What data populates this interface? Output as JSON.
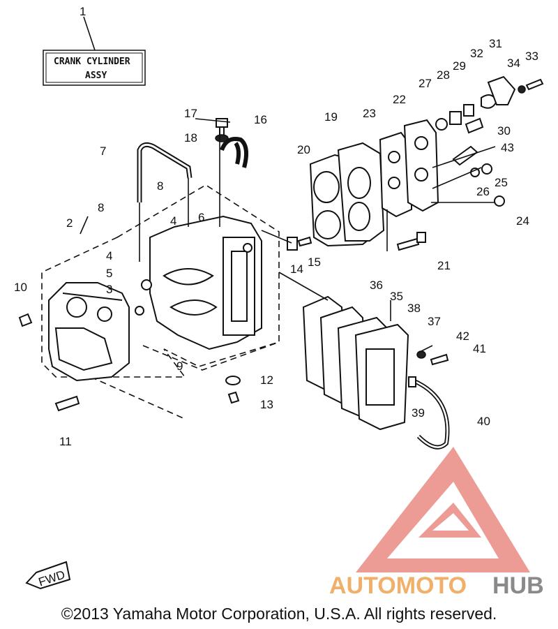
{
  "title_box": {
    "line1": "CRANK CYLINDER",
    "line2": "ASSY"
  },
  "fwd_label": "FWD",
  "callouts": {
    "c1": "1",
    "c2": "2",
    "c3": "3",
    "c4a": "4",
    "c4b": "4",
    "c5": "5",
    "c6": "6",
    "c7": "7",
    "c8a": "8",
    "c8b": "8",
    "c9": "9",
    "c10": "10",
    "c11": "11",
    "c12": "12",
    "c13": "13",
    "c14": "14",
    "c15": "15",
    "c16": "16",
    "c17": "17",
    "c18": "18",
    "c19": "19",
    "c20": "20",
    "c21": "21",
    "c22": "22",
    "c23": "23",
    "c24": "24",
    "c25": "25",
    "c26": "26",
    "c27": "27",
    "c28": "28",
    "c29": "29",
    "c30": "30",
    "c31": "31",
    "c32": "32",
    "c33": "33",
    "c34": "34",
    "c35": "35",
    "c36": "36",
    "c37": "37",
    "c38": "38",
    "c39": "39",
    "c40": "40",
    "c41": "41",
    "c42": "42",
    "c43": "43"
  },
  "watermark": {
    "part1": "AUTOMOTO",
    "part2": "HUB",
    "color_main": "#e8726a",
    "color_accent": "#f2c27a",
    "color_dark": "#8a8a8a"
  },
  "copyright": "©2013 Yamaha Motor Corporation, U.S.A. All rights reserved."
}
